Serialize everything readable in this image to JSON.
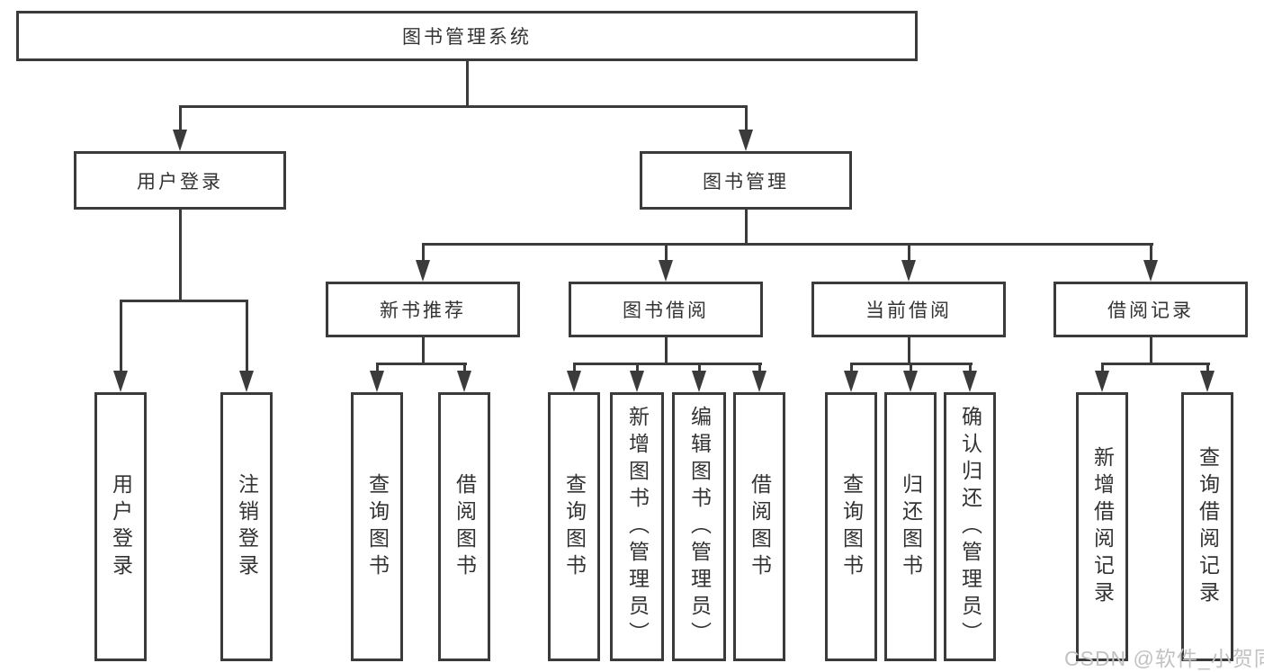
{
  "colors": {
    "line": "#3b3b3b",
    "text": "#333333",
    "background": "#ffffff",
    "watermark": "#c2c2c2"
  },
  "watermark": {
    "text": "CSDN @软件_小贺同学"
  },
  "tree": {
    "root": "图书管理系统",
    "nodes": [
      {
        "label": "用户登录",
        "children": [
          "用户登录",
          "注销登录"
        ]
      },
      {
        "label": "图书管理",
        "children": [
          {
            "label": "新书推荐",
            "children": [
              "查询图书",
              "借阅图书"
            ]
          },
          {
            "label": "图书借阅",
            "children": [
              "查询图书",
              "新增图书（管理员）",
              "编辑图书（管理员）",
              "借阅图书"
            ]
          },
          {
            "label": "当前借阅",
            "children": [
              "查询图书",
              "归还图书",
              "确认归还（管理员）"
            ]
          },
          {
            "label": "借阅记录",
            "children": [
              "新增借阅记录",
              "查询借阅记录"
            ]
          }
        ]
      }
    ]
  }
}
